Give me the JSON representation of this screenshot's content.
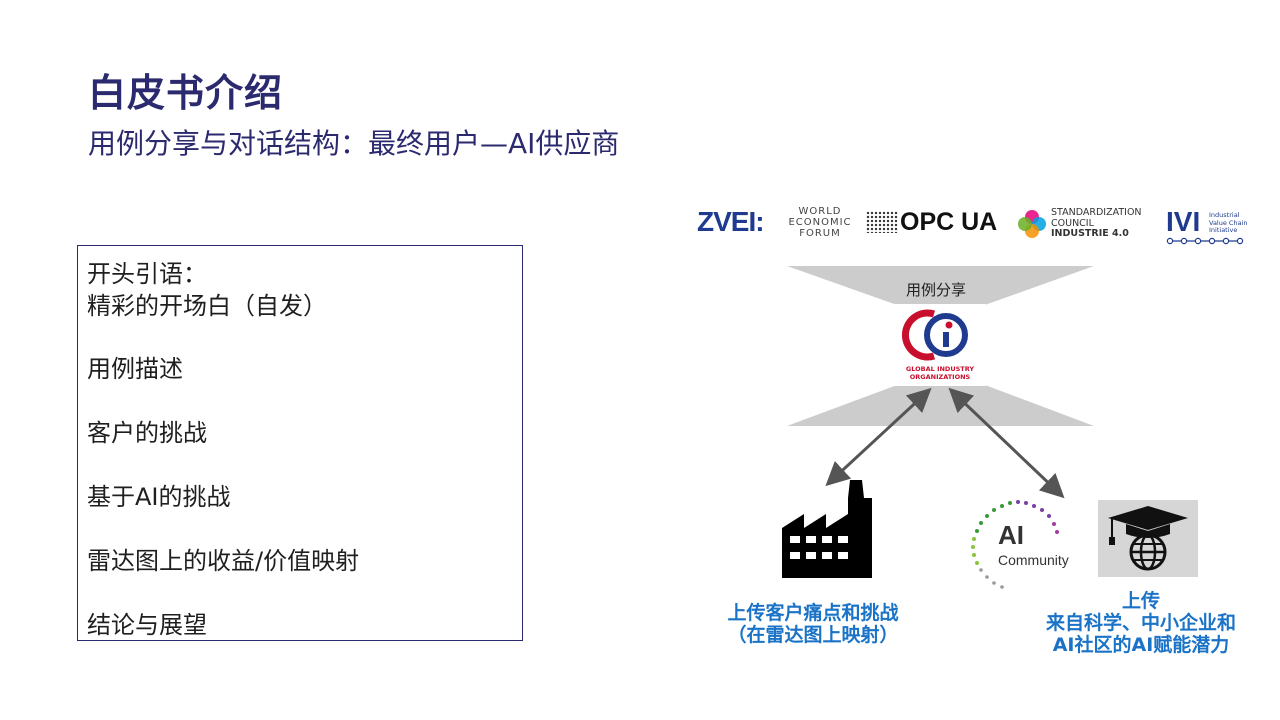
{
  "slide": {
    "title": "白皮书介绍",
    "subtitle": "用例分享与对话结构：最终用户—AI供应商"
  },
  "agenda": {
    "lines": [
      "开头引语：",
      "精彩的开场白（自发）",
      "用例描述",
      "客户的挑战",
      "基于AI的挑战",
      "雷达图上的收益/价值映射",
      "结论与展望"
    ]
  },
  "logos": {
    "zvei": "ZVEI:",
    "wef": [
      "WORLD",
      "ECONOMIC",
      "FORUM"
    ],
    "opc": "OPC UA",
    "ssc": [
      "STANDARDIZATION",
      "COUNCIL",
      "INDUSTRIE 4.0"
    ],
    "ivi": {
      "letters": "IVI",
      "lines": [
        "Industrial",
        "Value Chain",
        "Initiative"
      ]
    },
    "gio": [
      "GLOBAL INDUSTRY",
      "ORGANIZATIONS"
    ],
    "ai_community": {
      "ai": "AI",
      "community": "Community"
    }
  },
  "diagram": {
    "center_label": "用例分享",
    "left_caption": [
      "上传客户痛点和挑战",
      "（在雷达图上映射）"
    ],
    "right_caption": [
      "上传",
      "来自科学、中小企业和",
      "AI社区的AI赋能潜力"
    ],
    "colors": {
      "caption": "#1a73c7",
      "title": "#2b2a6e",
      "funnel": "#cccccc",
      "gio_red": "#c8102e",
      "gio_blue": "#1e3b8f"
    }
  }
}
